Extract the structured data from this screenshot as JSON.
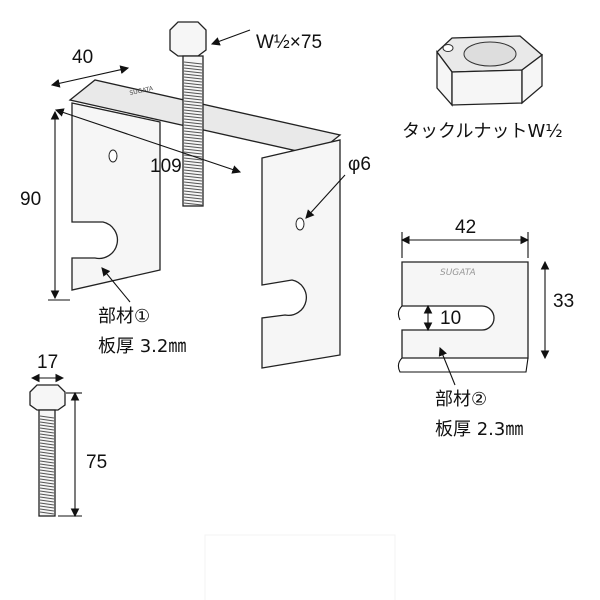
{
  "bracket": {
    "width_label": "40",
    "inner_span_label": "109",
    "height_label": "90",
    "hole_label": "φ6",
    "part_name": "部材①",
    "thickness": "板厚 3.2㎜",
    "stamp": "SUGATA"
  },
  "bolt_callout": "W½×75",
  "nut": {
    "label": "タックルナットW½"
  },
  "plate": {
    "width_label": "42",
    "slot_label": "10",
    "height_label": "33",
    "part_name": "部材②",
    "thickness": "板厚 2.3㎜",
    "stamp": "SUGATA"
  },
  "bolt": {
    "head_label": "17",
    "length_label": "75"
  }
}
